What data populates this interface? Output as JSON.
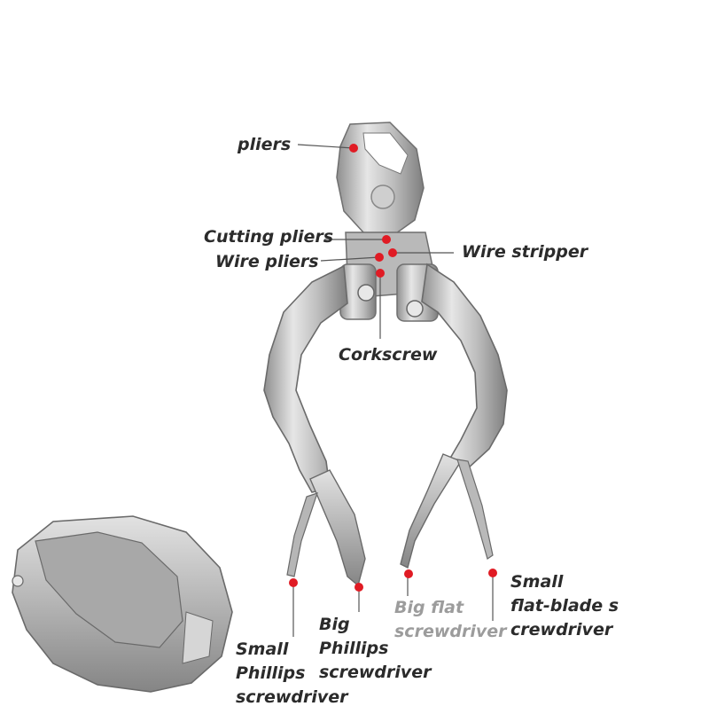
{
  "colors": {
    "dot": "#e01b24",
    "steel": "#c4c4c4",
    "steel_dark": "#8e8e8e",
    "label": "#2b2b2b",
    "label_grey": "#9c9c9c"
  },
  "labels": {
    "pliers": "pliers",
    "cutting_pliers": "Cutting pliers",
    "wire_pliers": "Wire pliers",
    "wire_stripper": "Wire stripper",
    "corkscrew": "Corkscrew",
    "small_phillips": "Small\nPhillips\nscrewdriver",
    "big_phillips": "Big\nPhillips\nscrewdriver",
    "big_flat": "Big flat\nscrewdriver",
    "small_flat": "Small\nflat-blade s\ncrewdriver"
  }
}
